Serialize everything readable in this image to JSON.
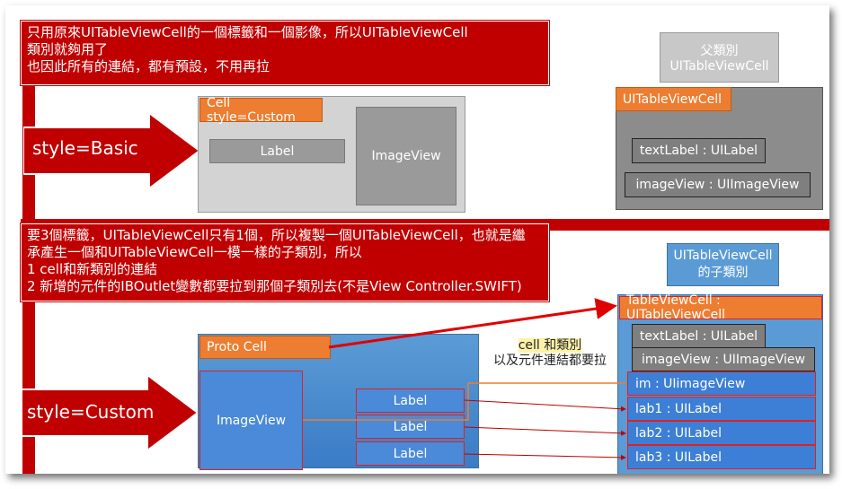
{
  "top_note": {
    "lines": [
      "只用原來UITableViewCell的一個標籤和一個影像，所以UITableViewCell",
      "類別就夠用了",
      "也因此所有的連結，都有預設，不用再拉"
    ]
  },
  "basic_section": {
    "arrow_label": "style=Basic",
    "cell_title": "Cell  style=Custom",
    "label": "Label",
    "imageview": "ImageView"
  },
  "parent_class": {
    "caption_line1": "父類別",
    "caption_line2": "UITableViewCell",
    "panel_title": "UITableViewCell",
    "text_label": "textLabel : UILabel",
    "image_view": "imageView : UIImageView"
  },
  "bottom_note": {
    "lines": [
      "要3個標籤，UITableViewCell只有1個，所以複製一個UITableViewCell，也就是繼",
      "承產生一個和UITableViewCell一模一樣的子類別，所以",
      "1 cell和新類別的連結",
      "2 新增的元件的IBOutlet變數都要拉到那個子類別去(不是View Controller.SWIFT)"
    ]
  },
  "custom_section": {
    "arrow_label": "style=Custom",
    "cell_title": "Proto Cell",
    "imageview": "ImageView",
    "labels": [
      "Label",
      "Label",
      "Label"
    ],
    "connect_note_line1": "cell 和類別",
    "connect_note_line2": "以及元件連結都要拉"
  },
  "subclass": {
    "caption_line1": "UITableViewCell",
    "caption_line2": "的子類別",
    "panel_title": "TableViewCell : UITableViewCell",
    "text_label": "textLabel : UILabel",
    "image_view": "imageView : UIImageView",
    "outlets": [
      "im : UIimageView",
      "lab1 : UILabel",
      "lab2 : UILabel",
      "lab3 : UILabel"
    ]
  },
  "colors": {
    "accent_red": "#c00000",
    "orange": "#ed7d31",
    "blue": "#3d7fd6",
    "grey": "#c8c8c8"
  }
}
